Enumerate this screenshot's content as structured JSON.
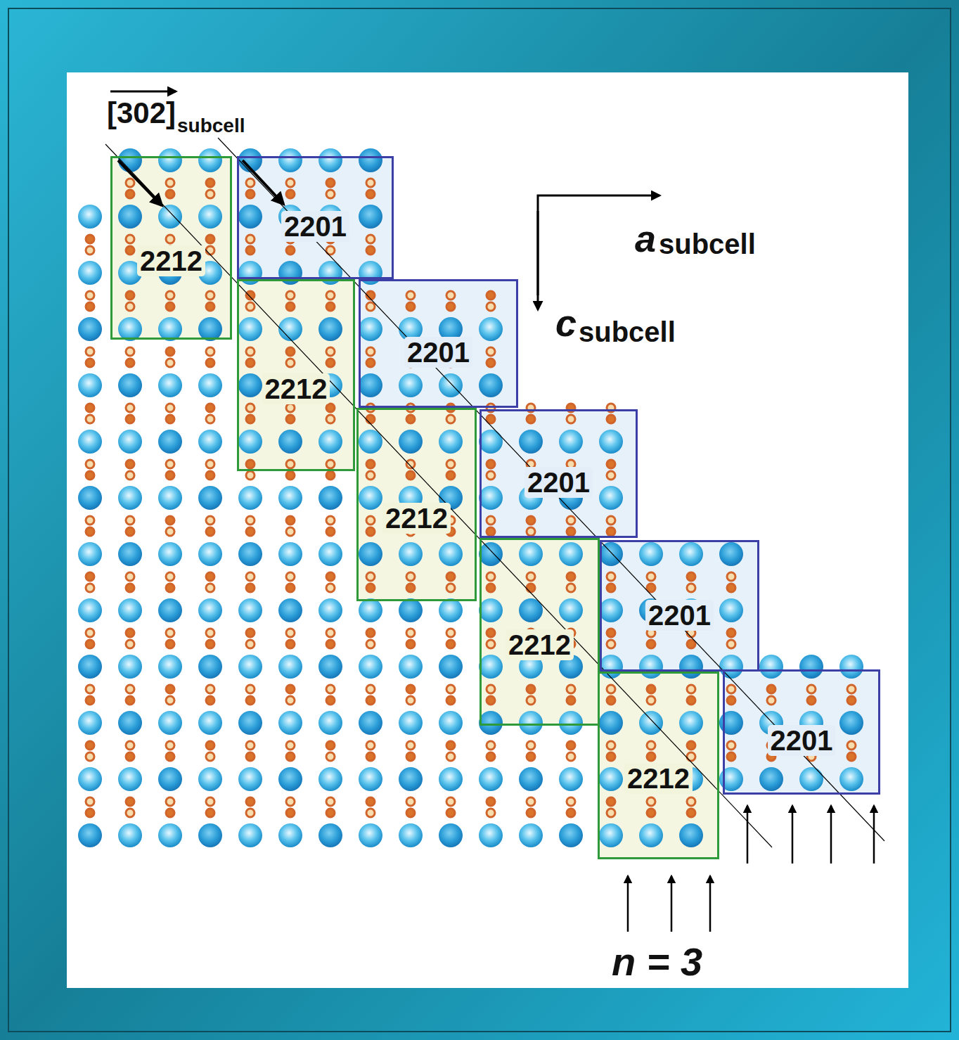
{
  "diagram": {
    "nodes": [
      {
        "text": [
          "2212"
        ]
      },
      {
        "text": [
          "2201"
        ]
      },
      {
        "text": [
          "2212"
        ]
      },
      {
        "text": [
          "2201"
        ]
      },
      {
        "text": [
          "2212"
        ]
      },
      {
        "text": [
          "2201"
        ]
      },
      {
        "text": [
          "2212"
        ]
      },
      {
        "text": [
          "2201"
        ]
      },
      {
        "text": [
          "2212"
        ]
      },
      {
        "text": [
          "2201"
        ]
      }
    ],
    "labels": [
      "[302]",
      "subcell",
      "a",
      "subcell",
      "c",
      "subcell",
      "n = 3"
    ]
  }
}
